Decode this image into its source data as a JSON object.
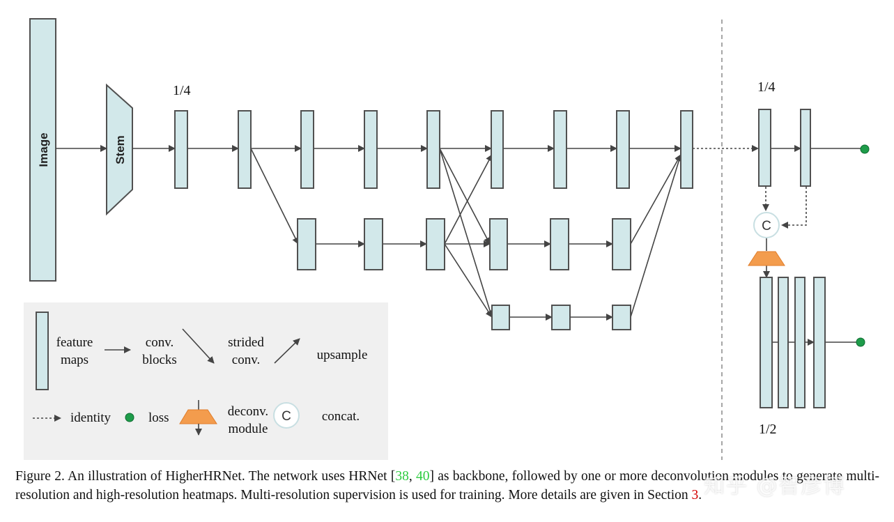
{
  "diagram": {
    "input_label": "Image",
    "stem_label": "Stem",
    "scale_quarter_left": "1/4",
    "scale_quarter_right": "1/4",
    "scale_half": "1/2",
    "concat_symbol": "C"
  },
  "legend": {
    "feature_maps_line1": "feature",
    "feature_maps_line2": "maps",
    "conv_blocks_line1": "conv.",
    "conv_blocks_line2": "blocks",
    "strided_conv_line1": "strided",
    "strided_conv_line2": "conv.",
    "upsample": "upsample",
    "identity": "identity",
    "loss": "loss",
    "deconv_line1": "deconv.",
    "deconv_line2": "module",
    "concat_symbol": "C",
    "concat": "concat."
  },
  "caption": {
    "part1": "Figure 2. An illustration of HigherHRNet.  The network uses HRNet [",
    "ref1": "38",
    "sep": ", ",
    "ref2": "40",
    "part2": "] as backbone, followed by one or more deconvolution modules to generate multi-resolution and high-resolution heatmaps.  Multi-resolution supervision is used for training.  More details are given in Section ",
    "ref3": "3",
    "part3": "."
  },
  "watermark": "知乎 @智彦博",
  "colors": {
    "box_fill": "#d2e8ea",
    "box_stroke": "#505050",
    "arrow": "#444444",
    "loss_dot": "#1e9c4a",
    "deconv_fill": "#f39c4d",
    "legend_bg": "#f0f0f0"
  }
}
